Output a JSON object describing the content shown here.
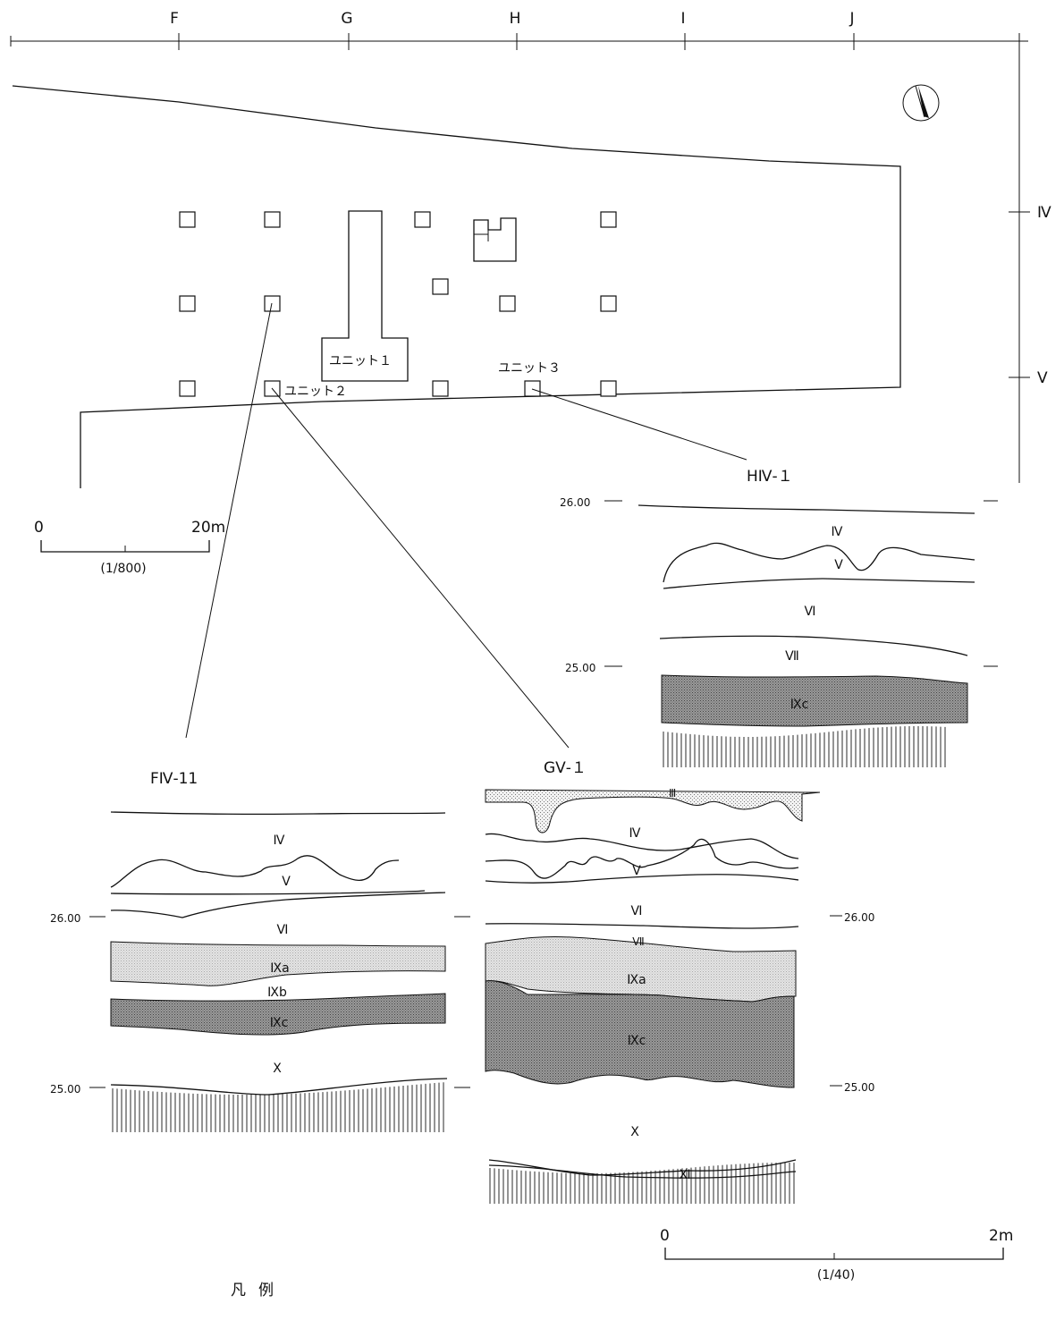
{
  "plan": {
    "grid_columns": [
      "F",
      "G",
      "H",
      "I",
      "J"
    ],
    "grid_rows": [
      "Ⅳ",
      "Ⅴ"
    ],
    "units": [
      "ユニット１",
      "ユニット２",
      "ユニット３"
    ],
    "scale": {
      "start": "0",
      "end": "20m",
      "ratio": "(1/800)"
    }
  },
  "profiles": {
    "hiv1": {
      "title": "HⅣ-１",
      "elev_top": "26.00",
      "elev_bottom": "25.00",
      "layers": [
        "Ⅳ",
        "Ⅴ",
        "Ⅵ",
        "Ⅶ",
        "Ⅸc"
      ]
    },
    "fiv11": {
      "title": "FⅣ-11",
      "elev_top": "26.00",
      "elev_bottom": "25.00",
      "layers": [
        "Ⅳ",
        "Ⅴ",
        "Ⅵ",
        "Ⅸa",
        "Ⅸb",
        "Ⅸc",
        "Ⅹ"
      ]
    },
    "gv1": {
      "title": "GⅤ-１",
      "elev_top": "26.00",
      "elev_bottom": "25.00",
      "layers": [
        "Ⅲ",
        "Ⅳ",
        "Ⅴ",
        "Ⅵ",
        "Ⅶ",
        "Ⅸa",
        "Ⅸc",
        "Ⅹ",
        "Ⅺ"
      ]
    }
  },
  "section_scale": {
    "start": "0",
    "end": "2m",
    "ratio": "(1/40)"
  },
  "legend": {
    "title": "凡例"
  }
}
